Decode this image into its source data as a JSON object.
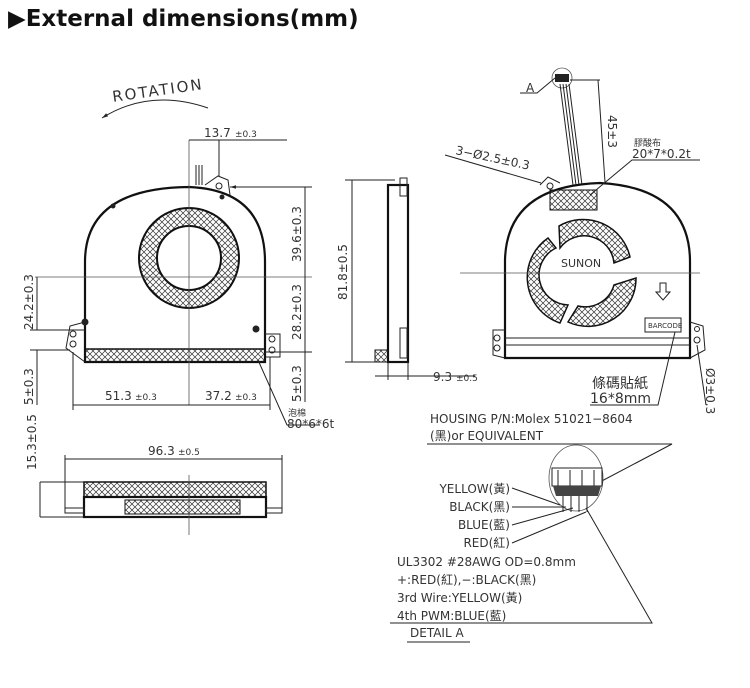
{
  "title": "▶External dimensions(mm)",
  "front_view": {
    "rotation_label": "ROTATION",
    "dim_13_7": "13.7",
    "tol_13_7": "±0.3",
    "dim_39_6": "39.6±0.3",
    "dim_28_2": "28.2±0.3",
    "dim_5_right": "5±0.3",
    "dim_24_2": "24.2±0.3",
    "dim_5_left": "5±0.3",
    "dim_51_3": "51.3",
    "tol_51_3": "±0.3",
    "dim_37_2": "37.2",
    "tol_37_2": "±0.3",
    "foam_label": "泡棉",
    "foam_size": "80*6*6t"
  },
  "side_view": {
    "dim_81_8": "81.8±0.5",
    "dim_9_3": "9.3",
    "tol_9_3": "±0.5"
  },
  "bottom_view": {
    "dim_96_3": "96.3",
    "tol_96_3": "±0.5",
    "dim_15_3": "15.3±0.5"
  },
  "rear_view": {
    "detail_marker": "A",
    "dim_45": "45±3",
    "holes": "3−Ø2.5±0.3",
    "tape_label": "膠酸布",
    "tape_size": "20*7*0.2t",
    "brand": "SUNON",
    "barcode": "BARCODE",
    "barcode_label": "條碼貼紙",
    "barcode_size": "16*8mm",
    "hole_dia": "Ø3±0.3"
  },
  "detail_a": {
    "housing_line1": "HOUSING  P/N:Molex  51021−8604",
    "housing_line2": "(黑)or  EQUIVALENT",
    "wires": [
      "YELLOW(黃)",
      "BLACK(黑)",
      "BLUE(藍)",
      "RED(紅)"
    ],
    "spec_lines": [
      "UL3302  #28AWG  OD=0.8mm",
      "+:RED(紅),−:BLACK(黑)",
      "3rd  Wire:YELLOW(黃)",
      "4th  PWM:BLUE(藍)"
    ],
    "caption": "DETAIL  A"
  }
}
